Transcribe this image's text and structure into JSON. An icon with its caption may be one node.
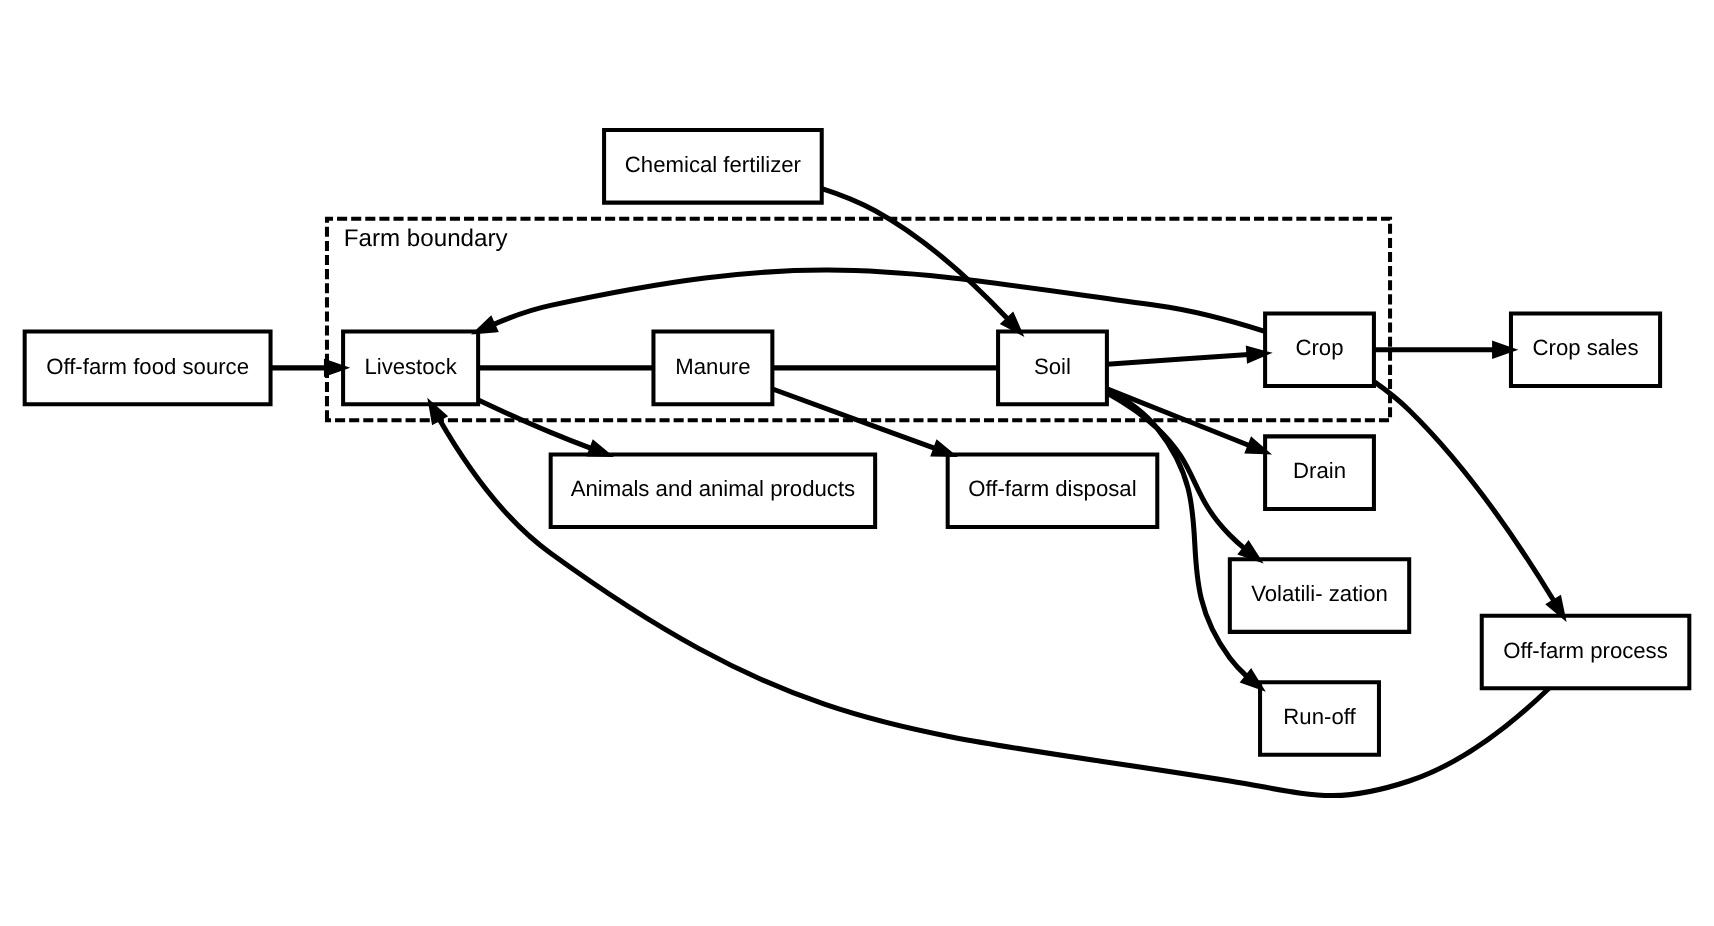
{
  "diagram": {
    "nodes": [
      {
        "text": [
          "Animals and animal products"
        ]
      },
      {
        "text": [
          "Off-farm disposal"
        ]
      },
      {
        "text": [
          "Volatili- zation"
        ]
      },
      {
        "text": [
          "Chemical fertilizer"
        ]
      },
      {
        "text": [
          "Off-farm food source"
        ]
      },
      {
        "text": [
          "Farm boundary"
        ]
      },
      {
        "text": [
          "Livestock"
        ],
        "in": 5
      },
      {
        "text": [
          "Manure"
        ],
        "in": 5
      },
      {
        "text": [
          "Soil"
        ],
        "in": 5
      },
      {
        "text": [
          "Crop"
        ],
        "in": 5
      },
      {
        "text": [
          "Run-off"
        ]
      },
      {
        "text": [
          "Drain"
        ]
      },
      {
        "text": [
          "Off-farm process"
        ]
      },
      {
        "text": [
          "Crop sales"
        ]
      }
    ],
    "edges": [
      {
        "from": 4,
        "to": 6,
        "arrow": "to"
      },
      {
        "from": 12,
        "to": 6,
        "arrow": "to"
      },
      {
        "from": 6,
        "to": 0,
        "arrow": "to"
      },
      {
        "from": 7,
        "to": 1,
        "arrow": "to"
      },
      {
        "from": 8,
        "to": 2,
        "arrow": "to"
      },
      {
        "from": 3,
        "to": 8,
        "arrow": "to"
      },
      {
        "from": 6,
        "to": 7,
        "arrow": "none"
      },
      {
        "from": 7,
        "to": 8,
        "arrow": "none"
      },
      {
        "from": 8,
        "to": 10,
        "arrow": "to"
      },
      {
        "from": 8,
        "to": 11,
        "arrow": "to"
      },
      {
        "from": 8,
        "to": 9,
        "arrow": "to"
      },
      {
        "from": 9,
        "to": 13,
        "arrow": "to"
      },
      {
        "from": 9,
        "to": 12,
        "arrow": "to"
      },
      {
        "from": 9,
        "to": 6,
        "arrow": "to"
      }
    ]
  }
}
